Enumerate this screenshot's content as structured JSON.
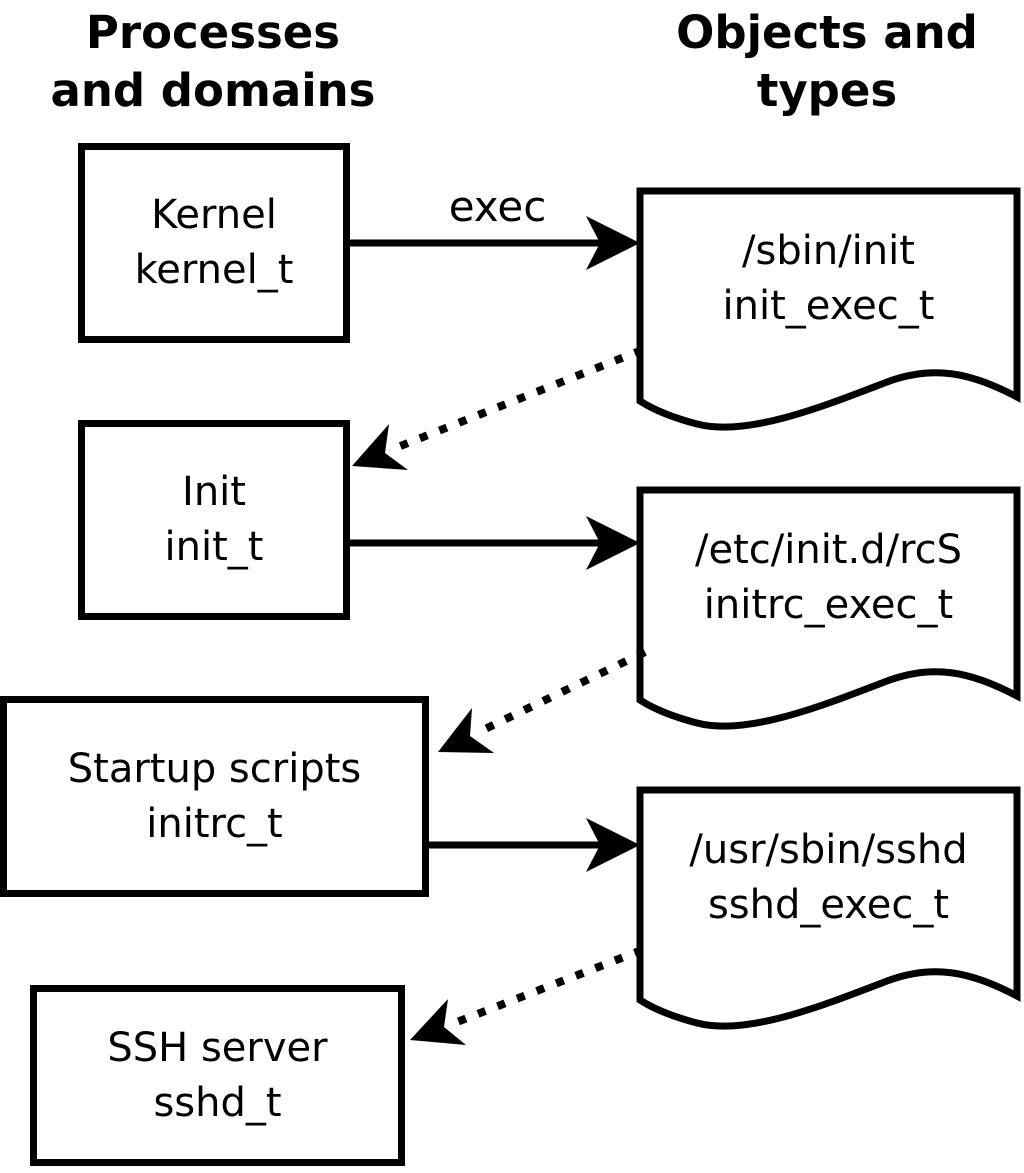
{
  "diagram": {
    "headers": {
      "left": {
        "line1": "Processes",
        "line2": "and domains"
      },
      "right": {
        "line1": "Objects and",
        "line2": "types"
      }
    },
    "processes": [
      {
        "name": "Kernel",
        "type": "kernel_t"
      },
      {
        "name": "Init",
        "type": "init_t"
      },
      {
        "name": "Startup scripts",
        "type": "initrc_t"
      },
      {
        "name": "SSH server",
        "type": "sshd_t"
      }
    ],
    "objects": [
      {
        "path": "/sbin/init",
        "type": "init_exec_t"
      },
      {
        "path": "/etc/init.d/rcS",
        "type": "initrc_exec_t"
      },
      {
        "path": "/usr/sbin/sshd",
        "type": "sshd_exec_t"
      }
    ],
    "edge_labels": {
      "exec": "exec"
    },
    "colors": {
      "stroke": "#000000",
      "background": "#ffffff"
    }
  }
}
